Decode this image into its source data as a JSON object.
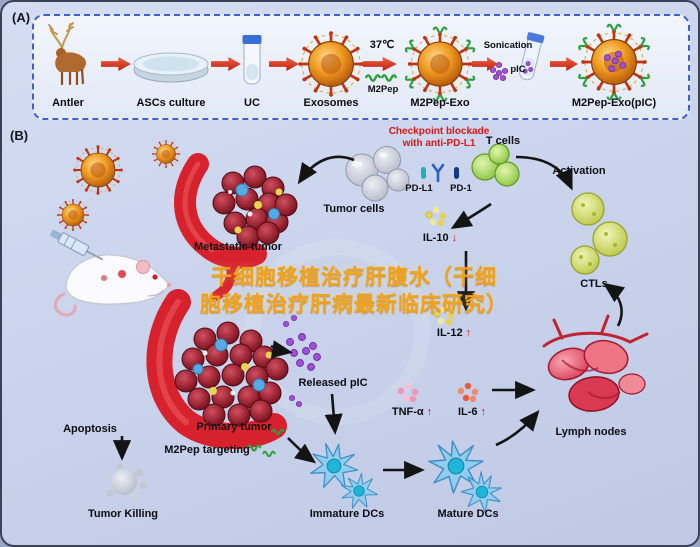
{
  "colors": {
    "background": "#c7d1ea",
    "panel_border": "#3f5fd0",
    "arrow_red": "#c01a08",
    "accent_red": "#e01515",
    "exosome_orange": "#f09c22",
    "pic_purple": "#a14fd8",
    "m2pep_green": "#2f9e3c",
    "watermark_orange": "#f2a318"
  },
  "panel_a": {
    "tag": "(A)",
    "steps": [
      {
        "label": "Antler"
      },
      {
        "label": "ASCs culture"
      },
      {
        "label": "UC"
      },
      {
        "label": "Exosomes"
      },
      {
        "label": "M2Pep-Exo"
      },
      {
        "label": "M2Pep-Exo(pIC)"
      }
    ],
    "temp": "37℃",
    "m2pep": "M2Pep",
    "sonication": "Sonication",
    "pic": "pIC"
  },
  "panel_b": {
    "tag": "(B)",
    "checkpoint": {
      "line1": "Checkpoint blockade",
      "line2": "with anti-PD-L1"
    },
    "labels": {
      "t_cells": "T cells",
      "tumor_cells": "Tumor cells",
      "pd_l1": "PD-L1",
      "pd_1": "PD-1",
      "activation": "Activation",
      "ctls": "CTLs",
      "metastatic_tumor": "Metastatic tumor",
      "primary_tumor": "Primary tumor",
      "m2pep_targeting": "M2Pep targeting",
      "apoptosis": "Apoptosis",
      "tumor_killing": "Tumor Killing",
      "released_pic": "Released pIC",
      "immature_dcs": "Immature DCs",
      "mature_dcs": "Mature DCs",
      "lymph_nodes": "Lymph nodes"
    },
    "cytokines": {
      "il10": {
        "name": "IL-10",
        "arrow": "↓"
      },
      "il12": {
        "name": "IL-12",
        "arrow": "↑"
      },
      "tnf": {
        "name": "TNF-α",
        "arrow": "↑"
      },
      "il6": {
        "name": "IL-6",
        "arrow": "↑"
      }
    }
  },
  "watermark": {
    "line1": "干细胞移植治疗肝腹水（干细",
    "line2": "胞移植治疗肝病最新临床研究）"
  }
}
